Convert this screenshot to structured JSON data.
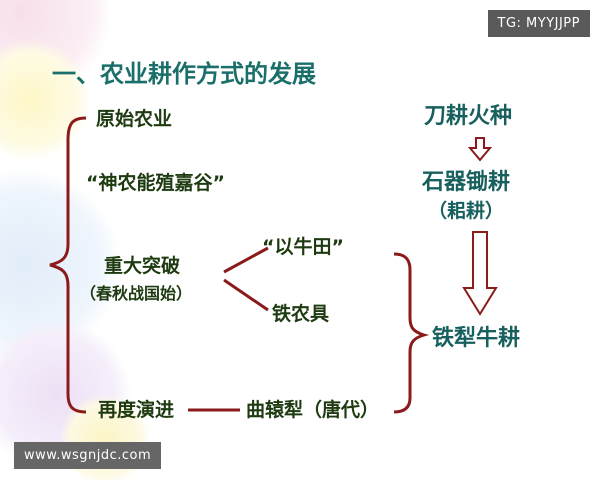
{
  "title": "一、农业耕作方式的发展",
  "left": {
    "item1": "原始农业",
    "item2": "“神农能殖嘉谷”",
    "item3_main": "重大突破",
    "item3_sub": "（春秋战国始）",
    "branch1": "“以牛田”",
    "branch2": "铁农具",
    "item4": "再度演进",
    "item4_result": "曲辕犁（唐代）"
  },
  "right": {
    "stage1": "刀耕火种",
    "stage2_main": "石器锄耕",
    "stage2_sub": "（耜耕）",
    "stage3": "铁犁牛耕"
  },
  "watermarks": {
    "top_right": "TG: MYYJJPP",
    "bottom_left": "www.wsgnjdc.com"
  },
  "colors": {
    "title": "#1b6f6a",
    "connector": "#8b1a1a",
    "text_dark": "#1e3a10",
    "text_teal": "#17605e"
  }
}
